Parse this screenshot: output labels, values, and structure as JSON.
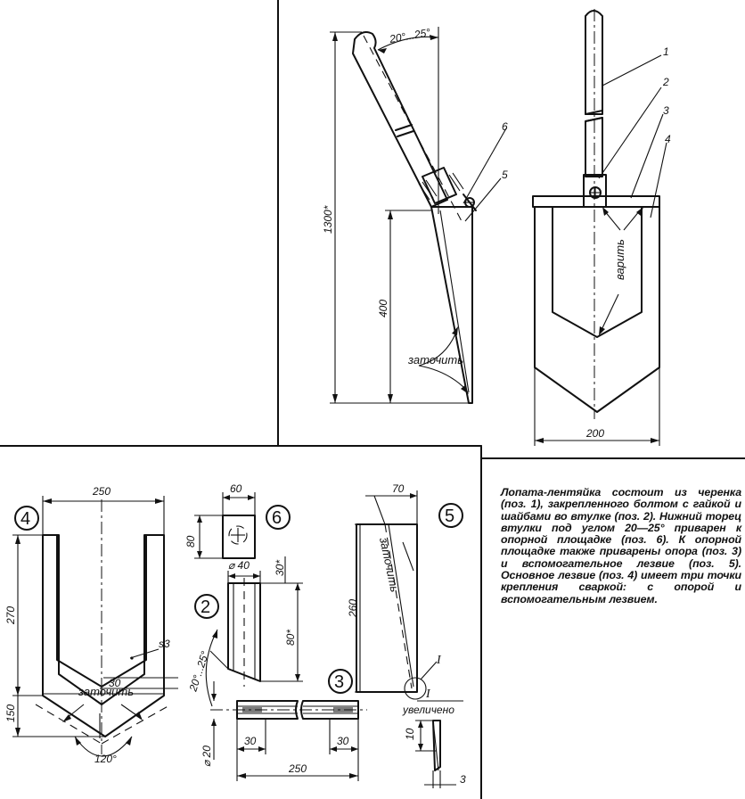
{
  "top_view": {
    "angle_dim": "20°...25°",
    "height_dim": "1300*",
    "blade_dim": "400",
    "sharpen_label": "заточить",
    "width_dim": "200",
    "weld_label": "варить",
    "callouts": [
      "1",
      "2",
      "3",
      "4",
      "5",
      "6"
    ]
  },
  "part4": {
    "number": "4",
    "width_dim": "250",
    "height_dim": "270",
    "lower_dim": "150",
    "inner_dim": "30",
    "thickness_label": "s3",
    "sharpen_label": "заточить",
    "angle_label": "120°"
  },
  "part6": {
    "number": "6",
    "width_dim": "60",
    "height_dim": "80"
  },
  "part2": {
    "number": "2",
    "diameter_dim": "⌀ 40",
    "height_dim": "80*",
    "top_dim": "30*",
    "angle_label": "20°...25°"
  },
  "part3": {
    "number": "3",
    "diameter_dim": "⌀ 20",
    "left_dim": "30",
    "right_dim": "30",
    "length_dim": "250"
  },
  "part5": {
    "number": "5",
    "width_dim": "70",
    "height_dim": "260",
    "sharpen_label": "заточить",
    "detail_ref": "I"
  },
  "detail": {
    "title": "I",
    "subtitle": "увеличено",
    "height_dim": "10",
    "width_dim": "3"
  },
  "caption": {
    "text": "Лопата-лентяйка состоит из черенка (поз. 1), закрепленного болтом с гайкой и шайбами во втулке (поз. 2). Нижний торец втулки под углом 20—25° приварен к опорной площадке (поз. 6). К опорной площадке также приварены опора (поз. 3) и вспомогательное лезвие (поз. 5). Основное лезвие (поз. 4) имеет три точки крепления сваркой: с опорой и вспомогательным лезвием."
  }
}
